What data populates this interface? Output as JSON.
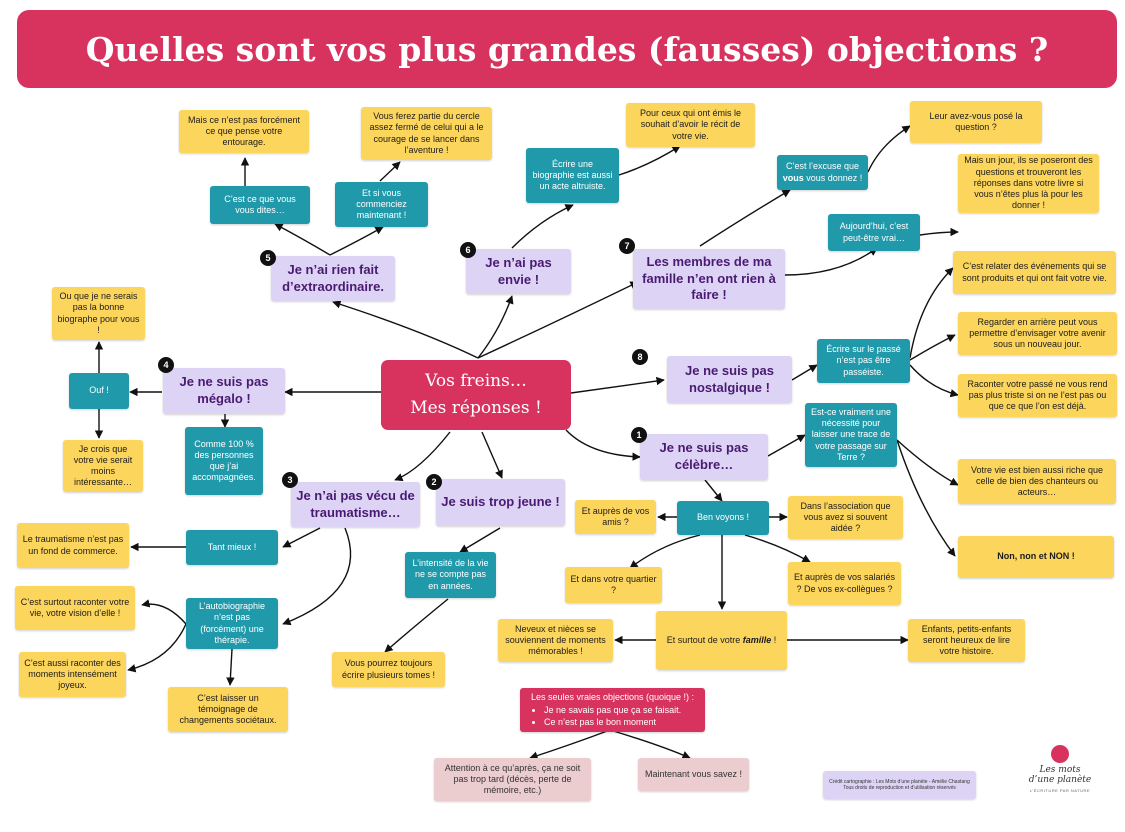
{
  "title": "Quelles sont vos plus grandes (fausses) objections ?",
  "central": {
    "line1": "Vos freins…",
    "line2": "Mes réponses !"
  },
  "branches": {
    "b1": {
      "num": "1",
      "label": "Je ne suis pas célèbre…"
    },
    "b2": {
      "num": "2",
      "label": "Je suis trop jeune !"
    },
    "b3": {
      "num": "3",
      "label": "Je n’ai pas vécu de traumatisme…"
    },
    "b4": {
      "num": "4",
      "label": "Je ne suis pas mégalo !"
    },
    "b5": {
      "num": "5",
      "label": "Je n’ai rien fait d’extraordinaire."
    },
    "b6": {
      "num": "6",
      "label": "Je n’ai pas envie !"
    },
    "b7": {
      "num": "7",
      "label": "Les membres de ma famille n’en ont rien à faire !"
    },
    "b8": {
      "num": "8",
      "label": "Je ne suis pas nostalgique !"
    }
  },
  "nodes": {
    "n5a": "C’est ce que vous vous dites…",
    "n5b": "Mais ce n’est pas forcément ce que pense votre entourage.",
    "n5c": "Et si vous commenciez maintenant !",
    "n5d": "Vous ferez partie du cercle assez fermé de celui qui a le courage de se lancer dans l’aventure !",
    "n6a": "Écrire une biographie est aussi un acte altruiste.",
    "n6b": "Pour ceux qui ont émis le souhait d’avoir le récit de votre vie.",
    "n7a": "C’est l’excuse que vous vous donnez !",
    "n7b": "Leur avez-vous posé la question ?",
    "n7c": "Aujourd’hui, c’est peut-être vrai…",
    "n7d": "Mais un jour, ils se poseront des questions et trouveront les réponses dans votre livre si vous n’êtes plus là pour les donner !",
    "n8a": "Écrire sur le passé n’est pas être passéiste.",
    "n8b": "C’est relater des événements qui se sont produits et qui ont fait votre vie.",
    "n8c": "Regarder en arrière peut vous permettre d’envisager votre avenir sous un nouveau jour.",
    "n8d": "Raconter votre passé ne vous rend pas plus triste si on ne l’est pas ou que ce que l’on est déjà.",
    "n4a": "Ouf !",
    "n4b": "Ou que je ne serais pas la bonne biographe pour vous !",
    "n4c": "Je crois que votre vie serait moins intéressante…",
    "n4d": "Comme 100 % des personnes que j’ai accompagnées.",
    "n3a": "Tant mieux !",
    "n3b": "Le traumatisme n’est pas un fond de commerce.",
    "n3c": "L’autobiographie n’est pas (forcément) une thérapie.",
    "n3d": "C’est surtout raconter votre vie, votre vision d’elle !",
    "n3e": "C’est aussi raconter des moments intensément joyeux.",
    "n3f": "C’est laisser un témoignage de changements sociétaux.",
    "n2a": "L’intensité de la vie ne se compte pas en années.",
    "n2b": "Vous pourrez toujours écrire plusieurs tomes !",
    "n1a": "Est-ce vraiment une nécessité pour laisser une trace de votre passage sur Terre ?",
    "n1b": "Votre vie est bien aussi riche que celle de bien des chanteurs ou acteurs…",
    "n1c": "Non, non et NON !",
    "n1d": "Ben voyons !",
    "n1e": "Et auprès de vos amis ?",
    "n1f": "Dans l’association que vous avez si souvent aidée ?",
    "n1g": "Et dans votre quartier ?",
    "n1h": "Et auprès de vos salariés ? De vos ex-collègues ?",
    "n1i_pre": "Et surtout de votre ",
    "n1i_em": "famille",
    "n1i_post": " !",
    "n1j": "Neveux et nièces se souviennent de moments mémorables !",
    "n1k": "Enfants, petits-enfants seront heureux de lire votre histoire."
  },
  "real_objections": {
    "title": "Les seules vraies objections (quoique !) :",
    "items": [
      "Je ne savais pas que ça se faisait.",
      "Ce n’est pas le bon moment"
    ]
  },
  "after": {
    "a1": "Attention à ce qu’après, ça ne soit pas trop tard (décès, perte de mémoire, etc.)",
    "a2": "Maintenant vous savez !"
  },
  "credits": {
    "line1": "Crédit cartographie : Les Mots d’une planète - Amélie Chastang",
    "line2": "Tous droits de reproduction et d’utilisation réservés"
  },
  "logo": {
    "name1": "Les mots",
    "name2": "d’une planète",
    "tagline": "L’ÉCRITURE PAR NATURE"
  },
  "colors": {
    "banner": "#d8335e",
    "yellow": "#fcd55c",
    "teal": "#209aaa",
    "lavender": "#ddd4f5",
    "pink": "#ebcccf"
  }
}
